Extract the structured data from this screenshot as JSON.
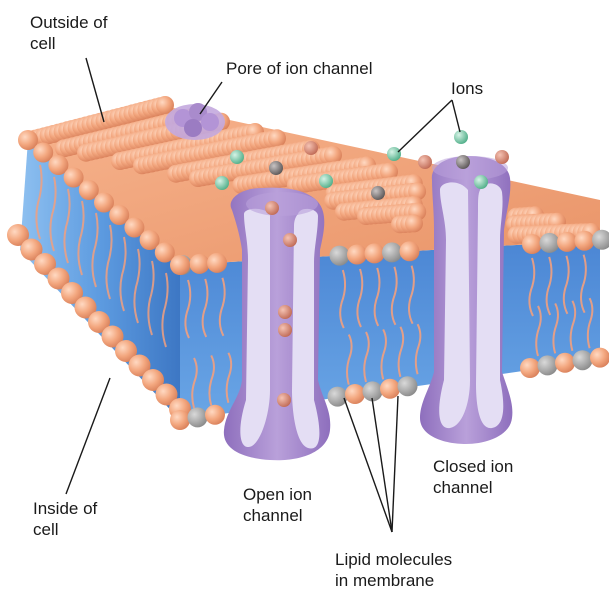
{
  "labels": {
    "outside": [
      "Outside of",
      "cell"
    ],
    "pore": "Pore of ion channel",
    "ions": "Ions",
    "inside": [
      "Inside of",
      "cell"
    ],
    "open": [
      "Open ion",
      "channel"
    ],
    "closed": [
      "Closed ion",
      "channel"
    ],
    "lipid": [
      "Lipid molecules",
      "in membrane"
    ]
  },
  "colors": {
    "lipid_head": "#f3a77f",
    "lipid_head_shade": "#d9805a",
    "lipid_tail": "#f2a07f",
    "membrane_core": "#5d9be0",
    "membrane_core_dark": "#3d77c4",
    "channel_purple": "#a98bcc",
    "channel_light": "#e4def4",
    "ion_green": "#7cc9a9",
    "ion_gray": "#7f7a7a",
    "ion_red": "#d98874",
    "leader_line": "#1a1a1a"
  },
  "icons": [
    "ion-channel-protein",
    "lipid-bilayer",
    "ion-sphere"
  ]
}
